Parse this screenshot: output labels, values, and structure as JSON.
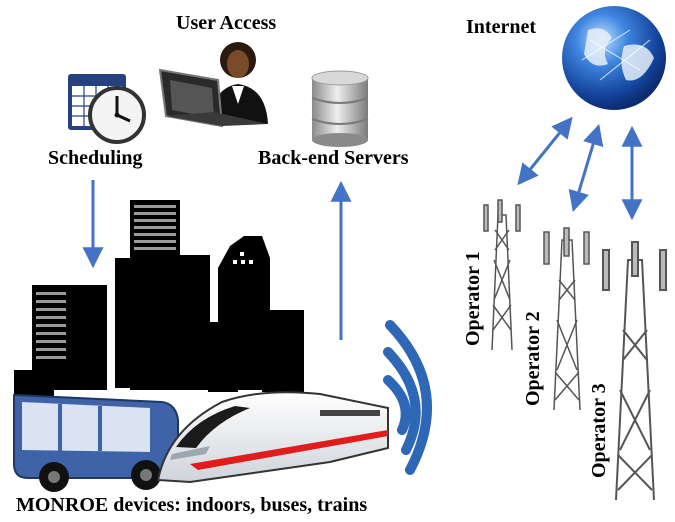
{
  "labels": {
    "user_access": "User Access",
    "internet": "Internet",
    "scheduling": "Scheduling",
    "backend_servers": "Back-end Servers",
    "operator1": "Operator 1",
    "operator2": "Operator 2",
    "operator3": "Operator 3",
    "footer": "MONROE devices: indoors, buses, trains"
  },
  "colors": {
    "arrow": "#4472c4",
    "wave": "#2e67b5",
    "skyline": "#000000",
    "globe": "#1a4fa8",
    "bus": "#3e63a8",
    "train_stripe": "#e21c1c"
  },
  "icons": [
    "calendar-clock-icon",
    "laptop-user-icon",
    "database-icon",
    "globe-icon",
    "cell-tower-icon",
    "bus-icon",
    "train-icon",
    "wireless-signal-icon"
  ]
}
